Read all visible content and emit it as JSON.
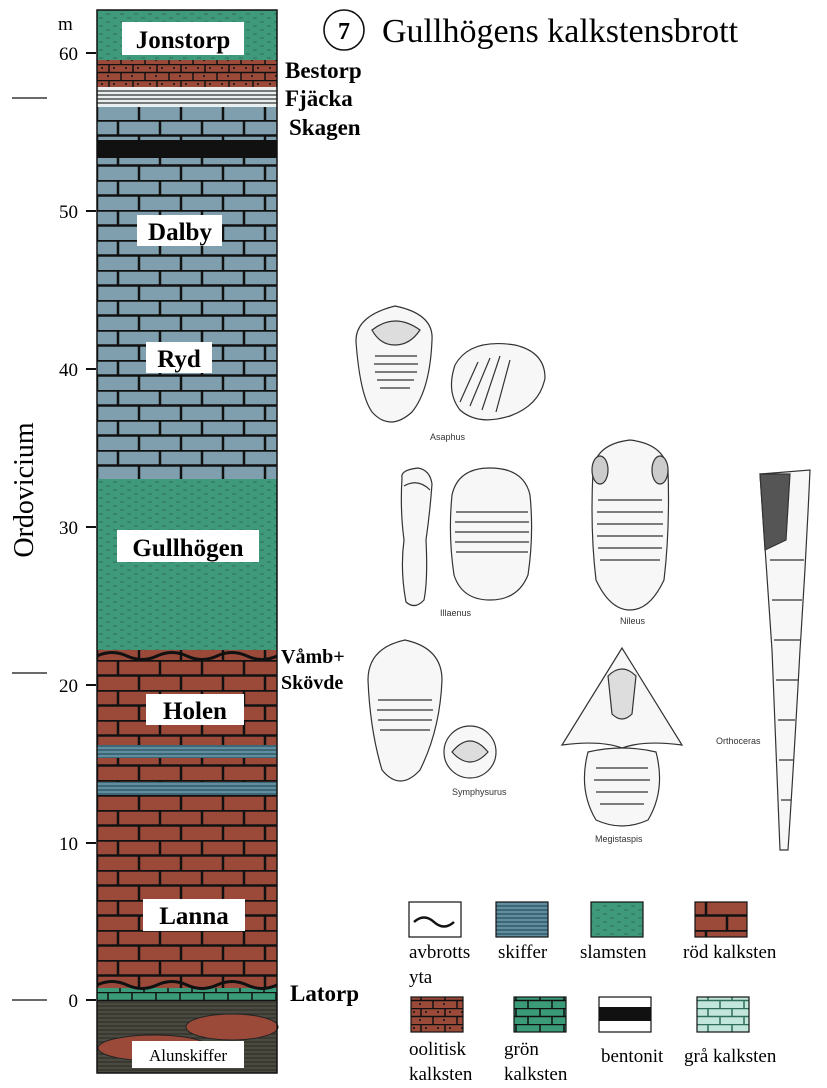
{
  "title": "Gullhögens kalkstensbrott",
  "locality_number": "7",
  "axis": {
    "unit": "m",
    "period_label": "Ordovicium",
    "ticks": [
      "0",
      "10",
      "20",
      "30",
      "40",
      "50",
      "60"
    ]
  },
  "formations": [
    {
      "id": "jonstorp",
      "label": "Jonstorp",
      "lithology": "slamsten",
      "top": 62.6,
      "bottom": 59.3
    },
    {
      "id": "bestorp",
      "label": "Bestorp",
      "lithology": "oolitisk kalksten",
      "top": 59.3,
      "bottom": 57.6
    },
    {
      "id": "fjacka",
      "label": "Fjäcka",
      "lithology": "skiffer",
      "top": 57.6,
      "bottom": 56.6
    },
    {
      "id": "skagen",
      "label": "Skagen",
      "lithology": "grå kalksten",
      "top": 56.6,
      "bottom": 55.0
    },
    {
      "id": "dalby",
      "label": "Dalby",
      "lithology": "grå kalksten",
      "top": 55.0,
      "bottom": 42.0
    },
    {
      "id": "ryd",
      "label": "Ryd",
      "lithology": "grå kalksten",
      "top": 42.0,
      "bottom": 33.0
    },
    {
      "id": "gullhogen",
      "label": "Gullhögen",
      "lithology": "slamsten",
      "top": 33.0,
      "bottom": 22.2
    },
    {
      "id": "vamb",
      "label": "Våmb+",
      "lithology": "röd kalksten",
      "top": 22.2,
      "bottom": 21.0
    },
    {
      "id": "skovde",
      "label": "Skövde",
      "lithology": "röd kalksten",
      "top": 21.0,
      "bottom": 19.5
    },
    {
      "id": "holen",
      "label": "Holen",
      "lithology": "röd kalksten",
      "top": 19.5,
      "bottom": 10.0
    },
    {
      "id": "lanna",
      "label": "Lanna",
      "lithology": "röd kalksten",
      "top": 10.0,
      "bottom": 0.8
    },
    {
      "id": "latorp",
      "label": "Latorp",
      "lithology": "grön kalksten",
      "top": 0.8,
      "bottom": 0.0
    },
    {
      "id": "alunskiffer",
      "label": "Alunskiffer",
      "lithology": "skiffer",
      "top": 0.0,
      "bottom": -4.6
    }
  ],
  "fossils": [
    "Asaphus",
    "Illaenus",
    "Nileus",
    "Orthoceras",
    "Symphysurus",
    "Megistaspis"
  ],
  "legend": [
    {
      "id": "avbrottsyta",
      "line1": "avbrotts",
      "line2": "yta"
    },
    {
      "id": "skiffer",
      "line1": "skiffer",
      "line2": ""
    },
    {
      "id": "slamsten",
      "line1": "slamsten",
      "line2": ""
    },
    {
      "id": "rod-kalksten",
      "line1": "röd kalksten",
      "line2": ""
    },
    {
      "id": "oolitisk-kalksten",
      "line1": "oolitisk",
      "line2": "kalksten"
    },
    {
      "id": "gron-kalksten",
      "line1": "grön",
      "line2": "kalksten"
    },
    {
      "id": "bentonit",
      "line1": "bentonit",
      "line2": ""
    },
    {
      "id": "gra-kalksten",
      "line1": "grå kalksten",
      "line2": ""
    }
  ],
  "colors": {
    "slamsten": "#3f9a7b",
    "skiffer": "#5f8ea0",
    "gra_kalksten": "#7f9fae",
    "rod_kalksten": "#9b4a3a",
    "gron_kalksten": "#3b9a78",
    "gra_kalksten_legend": "#c2e6dc",
    "bentonit": "#111111",
    "alunskiffer": "#4a4a40"
  }
}
